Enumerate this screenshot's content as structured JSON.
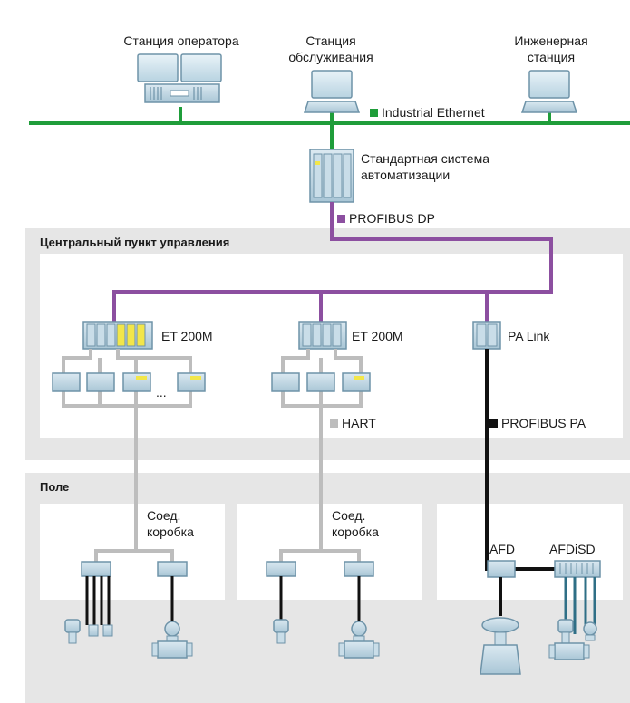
{
  "stations": {
    "operator": "Станция оператора",
    "service_line1": "Станция",
    "service_line2": "обслуживания",
    "engineering_line1": "Инженерная",
    "engineering_line2": "станция"
  },
  "networks": {
    "industrial_ethernet": "Industrial Ethernet",
    "profibus_dp": "PROFIBUS DP",
    "hart": "HART",
    "profibus_pa": "PROFIBUS PA"
  },
  "automation_system": {
    "line1": "Стандартная система",
    "line2": "автоматизации"
  },
  "zones": {
    "central": "Центральный пункт управления",
    "field": "Поле"
  },
  "devices": {
    "et200m_left": "ET 200M",
    "et200m_mid": "ET 200M",
    "pa_link": "PA Link",
    "ellipsis": "...",
    "afd": "AFD",
    "afdisd": "AFDiSD"
  },
  "junction_box": {
    "line1": "Соед.",
    "line2": "коробка"
  },
  "colors": {
    "ethernet": "#1f9d3a",
    "profibus_dp": "#8c4fa0",
    "hart": "#bdbdbd",
    "profibus_pa": "#111111",
    "zone_bg": "#e6e6e6",
    "panel_bg": "#ffffff",
    "device_fill": "#c9dde8",
    "device_stroke": "#6e93a8",
    "highlight": "#f2e64a"
  }
}
